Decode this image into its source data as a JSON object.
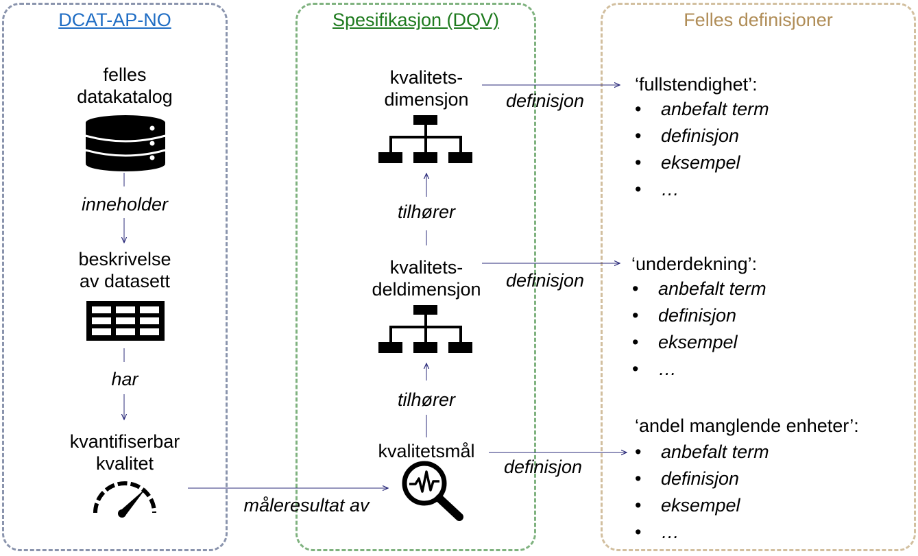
{
  "panels": {
    "dcat": {
      "title": "DCAT-AP-NO",
      "title_color": "#1f6dc4"
    },
    "dqv": {
      "title": "Spesifikasjon (DQV)",
      "title_color": "#1e7a1e"
    },
    "felles": {
      "title": "Felles definisjoner",
      "title_color": "#b08d57"
    }
  },
  "nodes": {
    "catalog": {
      "line1": "felles",
      "line2": "datakatalog",
      "icon": "database-icon"
    },
    "dataset": {
      "line1": "beskrivelse",
      "line2": "av datasett",
      "icon": "table-icon"
    },
    "quality": {
      "line1": "kvantifiserbar",
      "line2": "kvalitet",
      "icon": "gauge-icon"
    },
    "dimension": {
      "line1": "kvalitets-",
      "line2": "dimensjon",
      "icon": "hierarchy-icon"
    },
    "subdimension": {
      "line1": "kvalitets-",
      "line2": "deldimensjon",
      "icon": "hierarchy-icon"
    },
    "metric": {
      "line1": "kvalitetsmål",
      "icon": "magnifier-pulse-icon"
    }
  },
  "relations": {
    "contains": "inneholder",
    "has": "har",
    "belongs1": "tilhører",
    "belongs2": "tilhører",
    "measurement": "måleresultat av",
    "def1": "definisjon",
    "def2": "definisjon",
    "def3": "definisjon"
  },
  "definitions": [
    {
      "title": "‘fullstendighet’:",
      "items": [
        "anbefalt term",
        "definisjon",
        "eksempel",
        "…"
      ]
    },
    {
      "title": "‘underdekning’:",
      "items": [
        "anbefalt term",
        "definisjon",
        "eksempel",
        "…"
      ]
    },
    {
      "title": "‘andel manglende enheter’:",
      "items": [
        "anbefalt term",
        "definisjon",
        "eksempel",
        "…"
      ]
    }
  ],
  "colors": {
    "arrow": "#2a2a7a",
    "icon": "#000000"
  }
}
